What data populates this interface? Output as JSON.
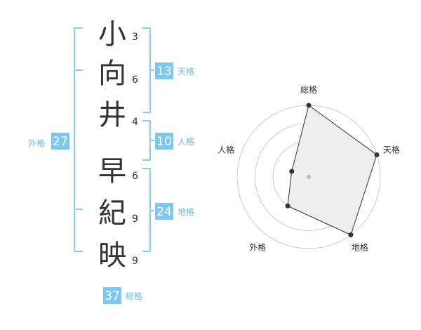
{
  "name": {
    "characters": [
      {
        "char": "小",
        "strokes": "3"
      },
      {
        "char": "向",
        "strokes": "6"
      },
      {
        "char": "井",
        "strokes": "4"
      },
      {
        "char": "早",
        "strokes": "6"
      },
      {
        "char": "紀",
        "strokes": "9"
      },
      {
        "char": "映",
        "strokes": "9"
      }
    ]
  },
  "fortunes": {
    "tenkaku": {
      "label": "天格",
      "value": "13"
    },
    "jinkaku": {
      "label": "人格",
      "value": "10"
    },
    "chikaku": {
      "label": "地格",
      "value": "24"
    },
    "gaikaku": {
      "label": "外格",
      "value": "27"
    },
    "soukaku": {
      "label": "総格",
      "value": "37"
    }
  },
  "colors": {
    "accent": "#7ec8f0",
    "accent_text": "#6bbbe8",
    "bracket": "#8ccdf2",
    "text": "#333333",
    "radar_fill": "#eeeeee",
    "ring": "#cccccc"
  },
  "chart_data": {
    "type": "radar",
    "axes": [
      "総格",
      "天格",
      "地格",
      "外格",
      "人格"
    ],
    "values": [
      4,
      4,
      4,
      2,
      1
    ],
    "max": 4,
    "rings": 4
  }
}
